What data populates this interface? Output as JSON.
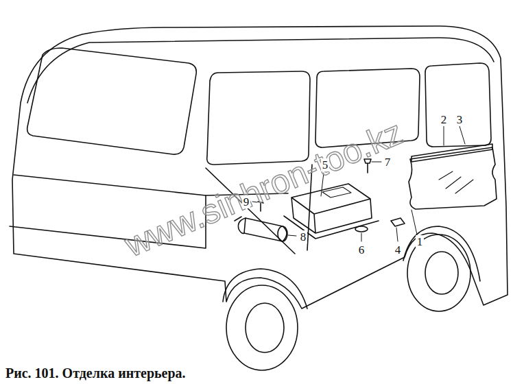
{
  "diagram": {
    "caption": "Рис. 101. Отделка интерьера.",
    "labels": [
      "2",
      "3",
      "5",
      "7",
      "9",
      "8",
      "6",
      "4",
      "1",
      "www.sinhron-too.kz"
    ]
  }
}
